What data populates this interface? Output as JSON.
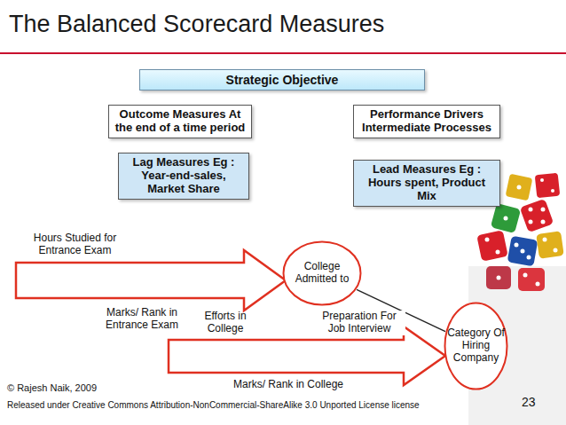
{
  "diagram": {
    "title": "The Balanced Scorecard Measures",
    "nodes": [
      {
        "text": [
          "Strategic Objective"
        ]
      },
      {
        "text": [
          "Outcome Measures At the end of a time period"
        ]
      },
      {
        "text": [
          "Lag Measures Eg : Year-end-sales, Market Share"
        ]
      },
      {
        "text": [
          "Performance Drivers Intermediate Processes"
        ]
      },
      {
        "text": [
          "Lead Measures Eg : Hours spent, Product Mix"
        ]
      },
      {
        "text": [
          "College Admitted to"
        ]
      },
      {
        "text": [
          "Category Of Hiring Company"
        ]
      }
    ],
    "edges": [
      {
        "from": 5,
        "to": 6,
        "arrow": "none",
        "label": "Preparation For Job Interview"
      }
    ],
    "labels": [
      "Hours Studied for Entrance Exam",
      "Marks/ Rank in Entrance Exam",
      "Efforts in College",
      "Marks/ Rank in College",
      "© Rajesh Naik, 2009",
      "Released under Creative Commons Attribution-NonCommercial-ShareAlike 3.0 Unported License license",
      "23"
    ]
  }
}
